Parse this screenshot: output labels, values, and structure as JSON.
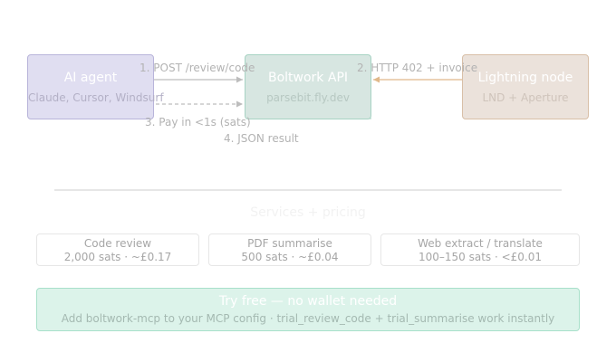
{
  "nodes": {
    "agent": {
      "title": "AI agent",
      "subtitle": "Claude, Cursor, Windsurf"
    },
    "api": {
      "title": "Boltwork API",
      "subtitle": "parsebit.fly.dev"
    },
    "lightning": {
      "title": "Lightning node",
      "subtitle": "LND + Aperture"
    }
  },
  "edges": {
    "step1": "1. POST /review/code",
    "step2": "2. HTTP 402 + invoice",
    "step3": "3. Pay in <1s (sats)",
    "step4": "4. JSON result"
  },
  "colors": {
    "agent": "#b8b4da",
    "api": "#a7d3c3",
    "lightning": "#d8bfa7",
    "arrow_grey": "#bdbdbd",
    "arrow_orange": "#e0b88a"
  },
  "services_section": {
    "title": "Services + pricing",
    "items": [
      {
        "name": "Code review",
        "price": "2,000 sats · ~£0.17"
      },
      {
        "name": "PDF summarise",
        "price": "500 sats · ~£0.04"
      },
      {
        "name": "Web extract / translate",
        "price": "100–150 sats · <£0.01"
      }
    ]
  },
  "trial": {
    "title": "Try free — no wallet needed",
    "subtitle": "Add boltwork-mcp to your MCP config · trial_review_code + trial_summarise work instantly"
  }
}
